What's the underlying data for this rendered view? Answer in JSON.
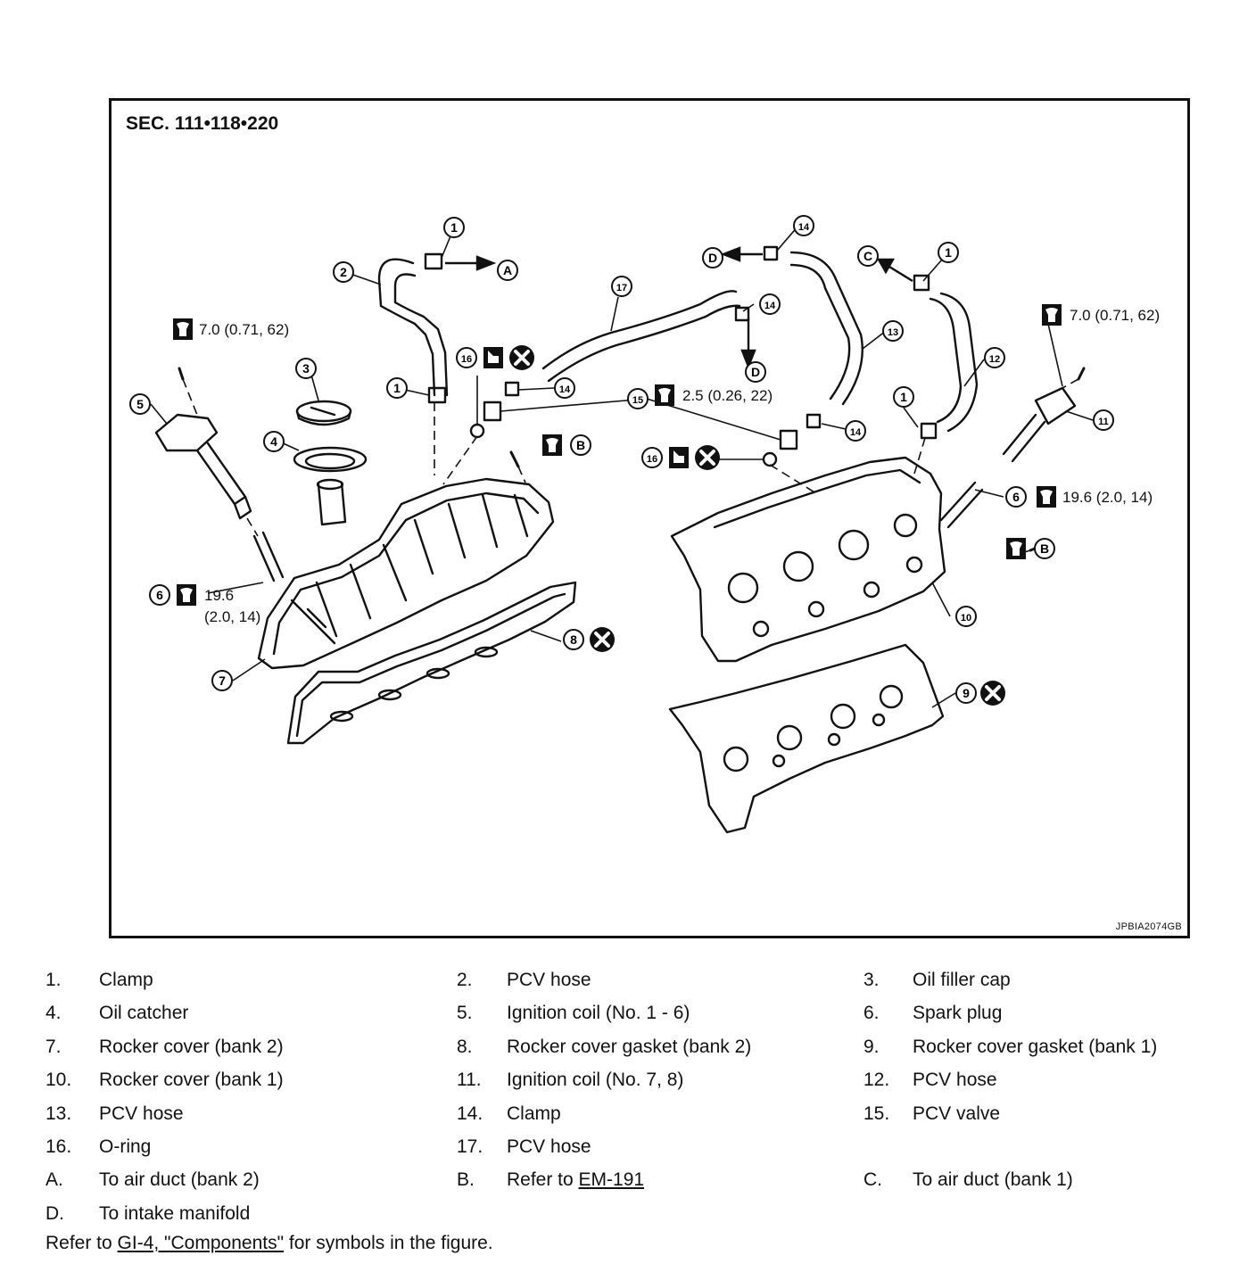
{
  "figure": {
    "section": "SEC. 111•118•220",
    "image_code": "JPBIA2074GB"
  },
  "callouts": {
    "n1": "1",
    "n2": "2",
    "n3": "3",
    "n4": "4",
    "n5": "5",
    "n6": "6",
    "n7": "7",
    "n8": "8",
    "n9": "9",
    "n10": "10",
    "n11": "11",
    "n12": "12",
    "n13": "13",
    "n14": "14",
    "n15": "15",
    "n16": "16",
    "n17": "17",
    "A": "A",
    "B": "B",
    "C": "C",
    "D": "D"
  },
  "torque": {
    "coil_bolt": "7.0 (0.71, 62)",
    "pcv_valve": "2.5 (0.26, 22)",
    "plug_right": "19.6 (2.0, 14)",
    "plug_left_a": "19.6",
    "plug_left_b": "(2.0, 14)"
  },
  "legend": [
    [
      {
        "num": "1.",
        "text": "Clamp"
      },
      {
        "num": "2.",
        "text": "PCV hose"
      },
      {
        "num": "3.",
        "text": "Oil filler cap"
      }
    ],
    [
      {
        "num": "4.",
        "text": "Oil catcher"
      },
      {
        "num": "5.",
        "text": "Ignition coil (No. 1 - 6)"
      },
      {
        "num": "6.",
        "text": "Spark plug"
      }
    ],
    [
      {
        "num": "7.",
        "text": "Rocker cover (bank 2)"
      },
      {
        "num": "8.",
        "text": "Rocker cover gasket (bank 2)"
      },
      {
        "num": "9.",
        "text": "Rocker cover gasket (bank 1)"
      }
    ],
    [
      {
        "num": "10.",
        "text": "Rocker cover (bank 1)"
      },
      {
        "num": "11.",
        "text": "Ignition coil (No. 7, 8)"
      },
      {
        "num": "12.",
        "text": "PCV hose"
      }
    ],
    [
      {
        "num": "13.",
        "text": "PCV hose"
      },
      {
        "num": "14.",
        "text": "Clamp"
      },
      {
        "num": "15.",
        "text": "PCV valve"
      }
    ],
    [
      {
        "num": "16.",
        "text": "O-ring"
      },
      {
        "num": "17.",
        "text": "PCV hose"
      }
    ],
    [
      {
        "num": "A.",
        "text": "To air duct (bank 2)"
      },
      {
        "num": "B.",
        "text": "Refer to ",
        "link": "EM-191"
      },
      {
        "num": "C.",
        "text": "To air duct (bank 1)"
      }
    ],
    [
      {
        "num": "D.",
        "text": "To intake manifold"
      }
    ]
  ],
  "footer": {
    "prefix": "Refer to ",
    "link": "GI-4, \"Components\"",
    "suffix": " for symbols in the figure."
  }
}
